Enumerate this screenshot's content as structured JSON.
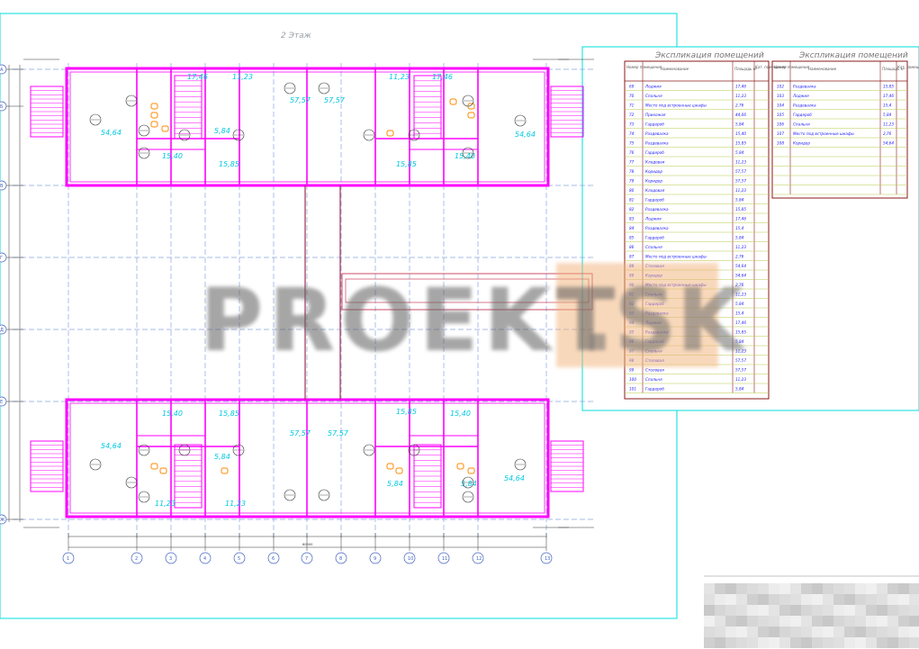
{
  "sheet": {
    "floor_title": "2 Этаж",
    "watermark_main": "PROEKT",
    "watermark_suffix": ".SK"
  },
  "colors": {
    "walls": "#ff00ff",
    "frame": "#00dede",
    "grid": "#8aa4e0",
    "table_border": "#8b1a1a",
    "row_text": "#1a1aff",
    "watermark_accent": "#f2b27a"
  },
  "tables": {
    "title": "Экспликация помещений",
    "columns": [
      "Номер помещения",
      "Наименование",
      "Площадь м²",
      "Кат. помещения"
    ],
    "left_rows": [
      [
        "69",
        "Лоджия",
        "17,46"
      ],
      [
        "70",
        "Спальня",
        "11,23"
      ],
      [
        "71",
        "Место под встроенные шкафы",
        "2,76"
      ],
      [
        "72",
        "Прихожая",
        "44,06"
      ],
      [
        "73",
        "Гардероб",
        "5,84"
      ],
      [
        "74",
        "Раздевалка",
        "15,40"
      ],
      [
        "75",
        "Раздевалка",
        "15,85"
      ],
      [
        "76",
        "Гардероб",
        "5,84"
      ],
      [
        "77",
        "Кладовая",
        "11,23"
      ],
      [
        "78",
        "Коридор",
        "57,57"
      ],
      [
        "79",
        "Коридор",
        "57,57"
      ],
      [
        "80",
        "Кладовая",
        "11,23"
      ],
      [
        "81",
        "Гардероб",
        "5,84"
      ],
      [
        "82",
        "Раздевалка",
        "15,85"
      ],
      [
        "83",
        "Лоджия",
        "17,46"
      ],
      [
        "84",
        "Раздевалка",
        "15,4"
      ],
      [
        "85",
        "Гардероб",
        "5,84"
      ],
      [
        "86",
        "Спальня",
        "11,23"
      ],
      [
        "87",
        "Место под встроенные шкафы",
        "2,76"
      ],
      [
        "88",
        "Столовая",
        "54,64"
      ],
      [
        "89",
        "Коридор",
        "54,64"
      ],
      [
        "90",
        "Место под встроенные шкафы",
        "2,76"
      ],
      [
        "91",
        "Спальня",
        "11,23"
      ],
      [
        "92",
        "Гардероб",
        "5,84"
      ],
      [
        "93",
        "Раздевалка",
        "15,4"
      ],
      [
        "94",
        "Лоджия",
        "17,46"
      ],
      [
        "95",
        "Раздевалка",
        "15,85"
      ],
      [
        "96",
        "Гардероб",
        "5,84"
      ],
      [
        "97",
        "Спальня",
        "11,23"
      ],
      [
        "98",
        "Столовая",
        "57,57"
      ],
      [
        "99",
        "Столовая",
        "57,57"
      ],
      [
        "100",
        "Спальня",
        "11,23"
      ],
      [
        "101",
        "Гардероб",
        "5,84"
      ]
    ],
    "right_rows": [
      [
        "102",
        "Раздевалка",
        "15,85"
      ],
      [
        "103",
        "Лоджия",
        "17,46"
      ],
      [
        "104",
        "Раздевалка",
        "15,4"
      ],
      [
        "105",
        "Гардероб",
        "5,84"
      ],
      [
        "106",
        "Спальня",
        "11,23"
      ],
      [
        "107",
        "Место под встроенные шкафы",
        "2,76"
      ],
      [
        "108",
        "Коридор",
        "54,64"
      ]
    ]
  },
  "plan": {
    "room_areas": [
      "54,64",
      "57,57",
      "57,57",
      "54,64",
      "54,64",
      "57,57",
      "57,57",
      "54,64",
      "15,40",
      "15,85",
      "15,85",
      "15,40",
      "15,40",
      "15,85",
      "15,85",
      "15,40",
      "17,46",
      "11,23",
      "11,23",
      "17,46",
      "11,23",
      "11,23",
      "5,84",
      "5,84",
      "5,84",
      "5,84"
    ],
    "bottom_axis_labels": [
      "1",
      "2",
      "3",
      "4",
      "5",
      "6",
      "7",
      "8",
      "9",
      "10",
      "11",
      "12",
      "13"
    ],
    "left_axis_labels": [
      "А",
      "Б",
      "В",
      "Г",
      "Д",
      "Е",
      "Ж"
    ],
    "overall_length": "60000"
  }
}
